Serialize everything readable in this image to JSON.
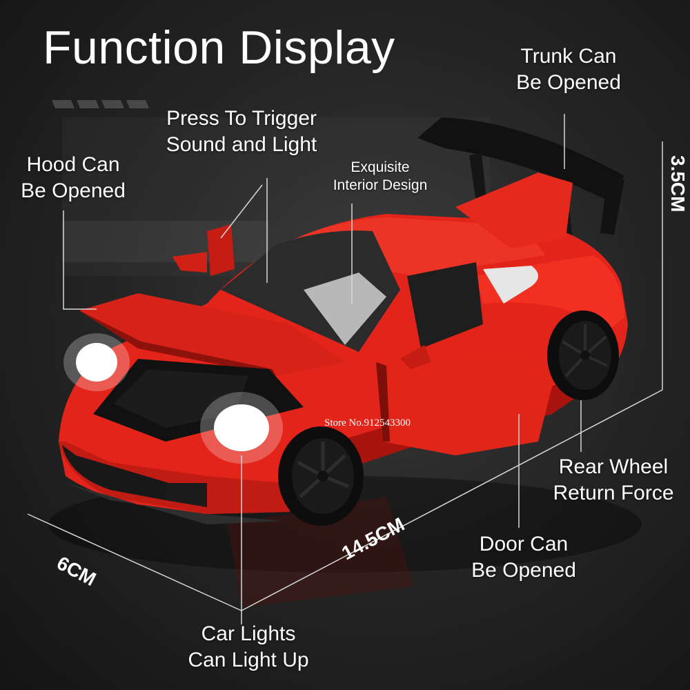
{
  "title": "Function Display",
  "labels": {
    "hood": [
      "Hood Can",
      "Be Opened"
    ],
    "press": [
      "Press To Trigger",
      "Sound and Light"
    ],
    "interior": [
      "Exquisite",
      "Interior Design"
    ],
    "trunk": [
      "Trunk Can",
      "Be Opened"
    ],
    "rear_wheel": [
      "Rear Wheel",
      "Return Force"
    ],
    "door": [
      "Door Can",
      "Be Opened"
    ],
    "lights": [
      "Car Lights",
      "Can Light Up"
    ]
  },
  "dimensions": {
    "height": "3.5CM",
    "length": "14.5CM",
    "width": "6CM"
  },
  "watermark": "Store No.912543300",
  "colors": {
    "car_body": "#e8261c",
    "background": "#222222",
    "text": "#ffffff"
  }
}
